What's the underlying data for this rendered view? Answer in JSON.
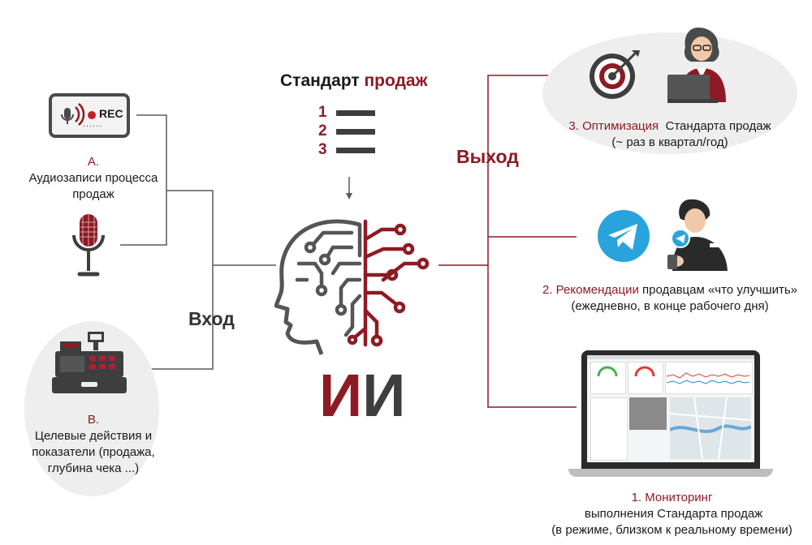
{
  "standard": {
    "title_part1": "Стандарт ",
    "title_part2": "продаж",
    "list_numbers": [
      "1",
      "2",
      "3"
    ]
  },
  "input": {
    "label": "Вход",
    "audio": {
      "badge_rec": "REC",
      "badge_dots": "......",
      "letter": "А.",
      "line1": "Аудиозаписи процесса",
      "line2": "продаж"
    },
    "targets": {
      "letter": "В.",
      "line1": "Целевые действия и",
      "line2": "показатели (продажа,",
      "line3": "глубина чека ...)"
    }
  },
  "ai": {
    "letter1": "И",
    "letter2": "И"
  },
  "output": {
    "label": "Выход",
    "optimization": {
      "highlight": "3. Оптимизация",
      "rest": "  Стандарта продаж",
      "line2": "(~ раз в квартал/год)"
    },
    "recommendations": {
      "highlight": "2. Рекомендации",
      "rest": " продавцам «что улучшить»",
      "line2": "(ежедневно, в конце рабочего дня)"
    },
    "monitoring": {
      "highlight": "1. Мониторинг",
      "rest": " выполнения Стандарта продаж",
      "line2": "(в режиме, близком к реальному времени)"
    }
  },
  "colors": {
    "accent": "#8e1a24",
    "dark": "#4a4a4a",
    "telegram": "#2aa3dd",
    "blob": "#eeeeee"
  }
}
